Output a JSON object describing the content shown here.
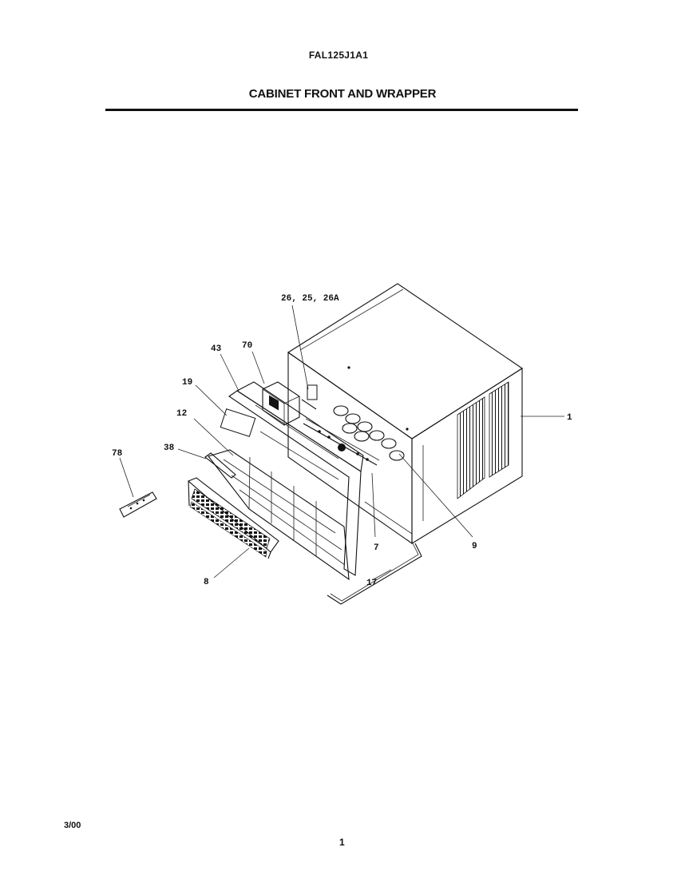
{
  "header": {
    "model": "FAL125J1A1",
    "title": "CABINET FRONT AND WRAPPER"
  },
  "footer": {
    "date": "3/00",
    "page": "1"
  },
  "callouts": {
    "c1": "1",
    "c7": "7",
    "c8": "8",
    "c9": "9",
    "c12": "12",
    "c17": "17",
    "c19": "19",
    "c26": "26, 25, 26A",
    "c38": "38",
    "c43": "43",
    "c70": "70",
    "c78": "78"
  }
}
